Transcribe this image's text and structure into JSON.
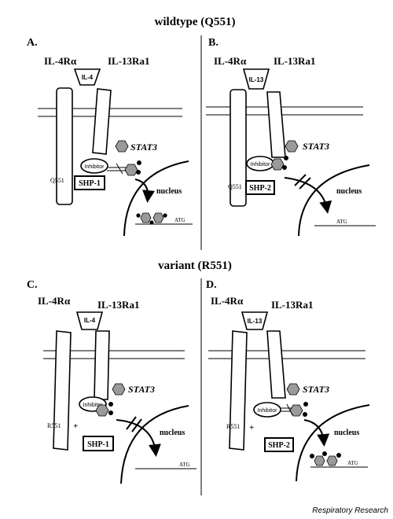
{
  "title_top": "wildtype (Q551)",
  "title_bottom": "variant (R551)",
  "panels": {
    "A": {
      "letter": "A.",
      "receptor_left": "IL-4Rα",
      "receptor_right": "IL-13Ra1",
      "ligand": "IL-4",
      "stat": "STAT3",
      "inhibitor": "Inhibitor",
      "residue": "Q551",
      "phosphatase": "SHP-1",
      "nucleus": "nucleus",
      "gene": "ATG"
    },
    "B": {
      "letter": "B.",
      "receptor_left": "IL-4Rα",
      "receptor_right": "IL-13Ra1",
      "ligand": "IL-13",
      "stat": "STAT3",
      "inhibitor": "Inhibitor",
      "residue": "Q551",
      "phosphatase": "SHP-2",
      "nucleus": "nucleus",
      "gene": "ATG"
    },
    "C": {
      "letter": "C.",
      "receptor_left": "IL-4Rα",
      "receptor_right": "IL-13Ra1",
      "ligand": "IL-4",
      "stat": "STAT3",
      "inhibitor": "Inhibitor",
      "residue": "R551",
      "plus": "+",
      "phosphatase": "SHP-1",
      "nucleus": "nucleus",
      "gene": "ATG"
    },
    "D": {
      "letter": "D.",
      "receptor_left": "IL-4Rα",
      "receptor_right": "IL-13Ra1",
      "ligand": "IL-13",
      "stat": "STAT3",
      "inhibitor": "Inhibitor",
      "residue": "R551",
      "plus": "+",
      "phosphatase": "SHP-2",
      "nucleus": "nucleus",
      "gene": "ATG"
    }
  },
  "footer": "Respiratory Research"
}
